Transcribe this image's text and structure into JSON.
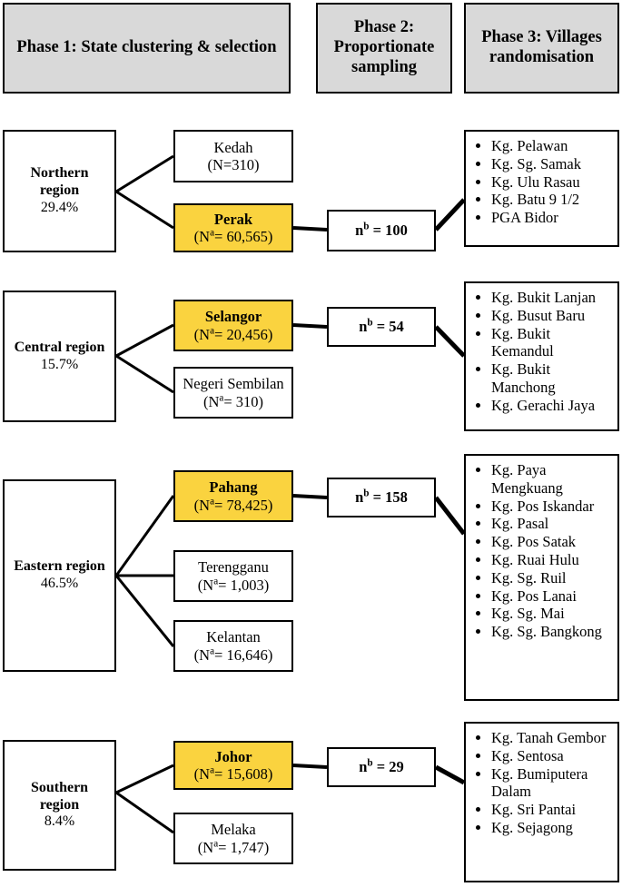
{
  "headers": [
    {
      "id": "phase1",
      "label": "Phase 1: State clustering & selection"
    },
    {
      "id": "phase2",
      "label": "Phase 2: Proportionate sampling"
    },
    {
      "id": "phase3",
      "label": "Phase 3: Villages randomisation"
    }
  ],
  "colors": {
    "header_fill": "#d9d9d9",
    "highlight_fill": "#fad33f",
    "border": "#000000",
    "background": "#ffffff"
  },
  "rows": [
    {
      "id": "northern",
      "region": {
        "name": "Northern region",
        "percent": "29.4%"
      },
      "states": [
        {
          "name": "Kedah",
          "n_text": "(N=310)",
          "highlight": false
        },
        {
          "name": "Perak",
          "n_prefix": "(N",
          "n_sup": "a",
          "n_value": "= 60,565)",
          "highlight": true
        }
      ],
      "sample": {
        "prefix": "n",
        "sup": "b",
        "value": "= 100"
      },
      "villages": [
        "Kg. Pelawan",
        "Kg. Sg. Samak",
        "Kg. Ulu Rasau",
        "Kg. Batu 9 1/2",
        "PGA Bidor"
      ]
    },
    {
      "id": "central",
      "region": {
        "name": "Central region",
        "percent": "15.7%"
      },
      "states": [
        {
          "name": "Selangor",
          "n_prefix": "(N",
          "n_sup": "a",
          "n_value": "= 20,456)",
          "highlight": true
        },
        {
          "name": "Negeri Sembilan",
          "n_prefix": "(N",
          "n_sup": "a",
          "n_value": "= 310)",
          "highlight": false
        }
      ],
      "sample": {
        "prefix": "n",
        "sup": "b",
        "value": "= 54"
      },
      "villages": [
        "Kg. Bukit Lanjan",
        "Kg. Busut Baru",
        "Kg. Bukit Kemandul",
        "Kg. Bukit Manchong",
        "Kg. Gerachi Jaya"
      ]
    },
    {
      "id": "eastern",
      "region": {
        "name": "Eastern region",
        "percent": "46.5%"
      },
      "states": [
        {
          "name": "Pahang",
          "n_prefix": "(N",
          "n_sup": "a",
          "n_value": "= 78,425)",
          "highlight": true
        },
        {
          "name": "Terengganu",
          "n_prefix": "(N",
          "n_sup": "a",
          "n_value": "= 1,003)",
          "highlight": false
        },
        {
          "name": "Kelantan",
          "n_prefix": "(N",
          "n_sup": "a",
          "n_value": "= 16,646)",
          "highlight": false
        }
      ],
      "sample": {
        "prefix": "n",
        "sup": "b",
        "value": "= 158"
      },
      "villages": [
        "Kg. Paya Mengkuang",
        "Kg. Pos Iskandar",
        "Kg. Pasal",
        "Kg. Pos Satak",
        "Kg. Ruai Hulu",
        "Kg. Sg. Ruil",
        "Kg. Pos Lanai",
        "Kg. Sg. Mai",
        "Kg. Sg. Bangkong"
      ]
    },
    {
      "id": "southern",
      "region": {
        "name": "Southern region",
        "percent": "8.4%"
      },
      "states": [
        {
          "name": "Johor",
          "n_prefix": "(N",
          "n_sup": "a",
          "n_value": "= 15,608)",
          "highlight": true
        },
        {
          "name": "Melaka",
          "n_prefix": "(N",
          "n_sup": "a",
          "n_value": "= 1,747)",
          "highlight": false
        }
      ],
      "sample": {
        "prefix": "n",
        "sup": "b",
        "value": "= 29"
      },
      "villages": [
        "Kg. Tanah Gembor",
        "Kg. Sentosa",
        "Kg. Bumiputera Dalam",
        "Kg. Sri Pantai",
        "Kg. Sejagong"
      ]
    }
  ]
}
